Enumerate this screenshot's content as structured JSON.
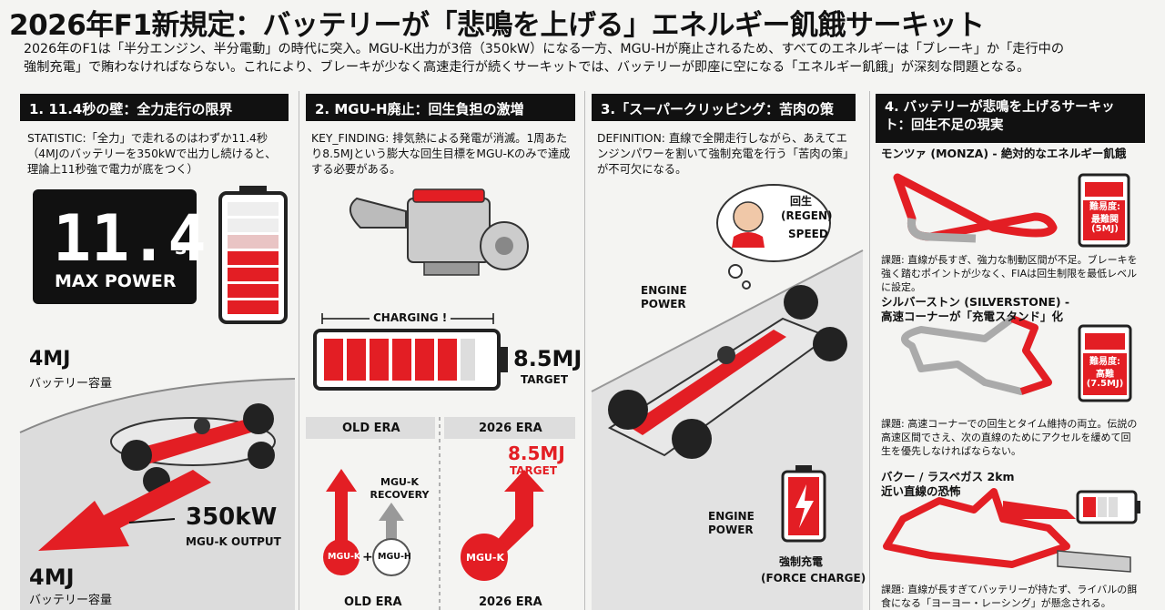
{
  "title": "2026年F1新規定：バッテリーが「悲鳴を上げる」エネルギー飢餓サーキット",
  "intro": {
    "line1": "2026年のF1は「半分エンジン、半分電動」の時代に突入。MGU-K出力が3倍（350kW）になる一方、MGU-Hが廃止されるため、すべてのエネルギーは「ブレーキ」か「走行中の",
    "line2": "強制充電」で賄わなければならない。これにより、ブレーキが少なく高速走行が続くサーキットでは、バッテリーが即座に空になる「エネルギー飢餓」が深刻な問題となる。"
  },
  "panel1": {
    "heading": "1. 11.4秒の壁：全力走行の限界",
    "statistic": "STATISTIC:「全力」で走れるのはわずか11.4秒（4MJのバッテリーを350kWで出力し続けると、理論上11秒強で電力が底をつく）",
    "display_value": "11.4",
    "display_unit": "s",
    "display_label": "MAX POWER",
    "capacity_top": "4MJ",
    "capacity_top_label": "バッテリー容量",
    "output_value": "350kW",
    "output_label": "MGU-K OUTPUT",
    "capacity_bottom": "4MJ",
    "capacity_bottom_label": "バッテリー容量"
  },
  "panel2": {
    "heading": "2. MGU-H廃止：回生負担の激増",
    "key_finding": "KEY_FINDING: 排気熱による発電が消滅。1周あたり8.5MJという膨大な回生目標をMGU-Kのみで達成する必要がある。",
    "charging_label": "CHARGING !",
    "target_value": "8.5MJ",
    "target_label": "TARGET",
    "old_era": "OLD ERA",
    "new_era": "2026 ERA",
    "recovery_label": "MGU-K RECOVERY",
    "mguk": "MGU-K",
    "mguh": "MGU-H",
    "plus": "+",
    "target2_value": "8.5MJ",
    "target2_label": "TARGET",
    "old_era_bottom": "OLD ERA",
    "new_era_bottom": "2026 ERA"
  },
  "panel3": {
    "heading": "3.「スーパークリッピング：苦肉の策",
    "definition": "DEFINITION: 直線で全開走行しながら、あえてエンジンパワーを割いて強制充電を行う「苦肉の策」が不可欠になる。",
    "regen_jp": "回生",
    "regen_en": "(REGEN)",
    "speed": "SPEED",
    "engine_power_top": "ENGINE POWER",
    "engine_power_bottom": "ENGINE POWER",
    "force_jp": "強制充電",
    "force_en": "(FORCE CHARGE)"
  },
  "panel4": {
    "heading": "4. バッテリーが悲鳴を上げるサーキット：回生不足の現実",
    "c1_name": "モンツァ (MONZA) - 絶対的なエネルギー飢餓",
    "c1_badge1": "難易度:",
    "c1_badge2": "最難関",
    "c1_badge3": "(5MJ)",
    "c1_desc": "課題: 直線が長すぎ、強力な制動区間が不足。ブレーキを強く踏むポイントが少なく、FIAは回生制限を最低レベルに設定。",
    "c2_name": "シルバーストン (SILVERSTONE) - 高速コーナーが「充電スタンド」化",
    "c2_badge1": "難易度:",
    "c2_badge2": "高難",
    "c2_badge3": "(7.5MJ)",
    "c2_desc": "課題: 高速コーナーでの回生とタイム維持の両立。伝説の高速区間でさえ、次の直線のためにアクセルを緩めて回生を優先しなければならない。",
    "c3_name": "バクー / ラスベガス 2km近い直線の恐怖",
    "c3_desc": "課題: 直線が長すぎてバッテリーが持たず、ライバルの餌食になる「ヨーヨー・レーシング」が懸念される。"
  },
  "colors": {
    "accent": "#e31e24",
    "dark": "#111111",
    "grey": "#9a9a9a"
  }
}
